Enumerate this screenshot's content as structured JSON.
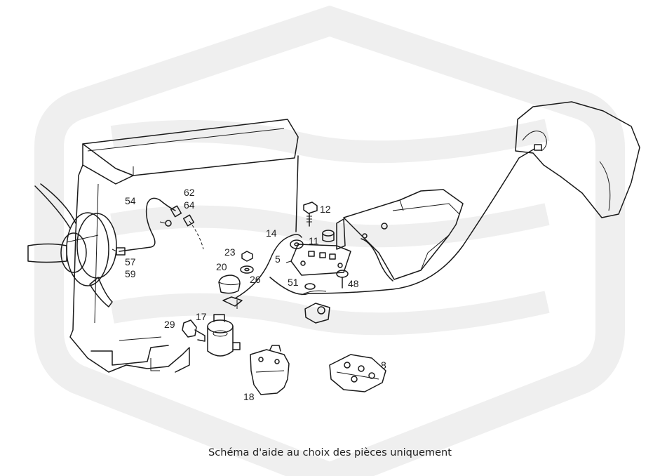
{
  "caption": "Schéma d'aide au choix des pièces uniquement",
  "part_numbers": {
    "p54": "54",
    "p62": "62",
    "p64": "64",
    "p57": "57",
    "p59": "59",
    "p12": "12",
    "p14": "14",
    "p11": "11",
    "p23": "23",
    "p20": "20",
    "p26": "26",
    "p5": "5",
    "p51": "51",
    "p48": "48",
    "p29": "29",
    "p17": "17",
    "p18": "18",
    "p8": "8"
  },
  "colors": {
    "line": "#1a1a1a",
    "watermark": "#efefef",
    "background": "#ffffff"
  }
}
